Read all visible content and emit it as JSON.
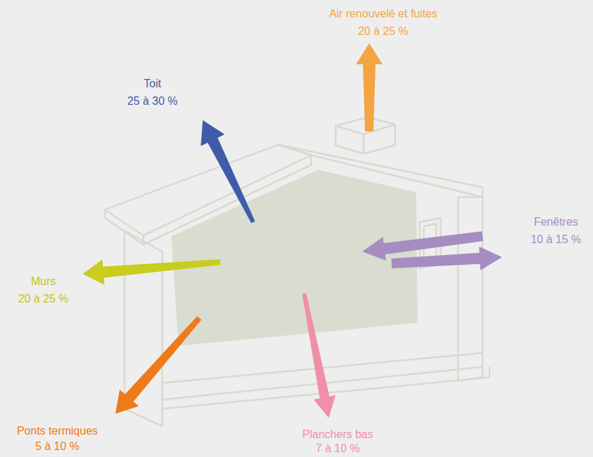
{
  "diagram": {
    "labels": [
      "Air renouvelé et fuites",
      "20 à 25 %",
      "Toit",
      "25 à 30 %",
      "Fenêtres",
      "10 à 15 %",
      "Murs",
      "20 à 25 %",
      "Ponts termiques",
      "5 à 10 %",
      "Planchers bas",
      "7 à 10 %"
    ]
  }
}
